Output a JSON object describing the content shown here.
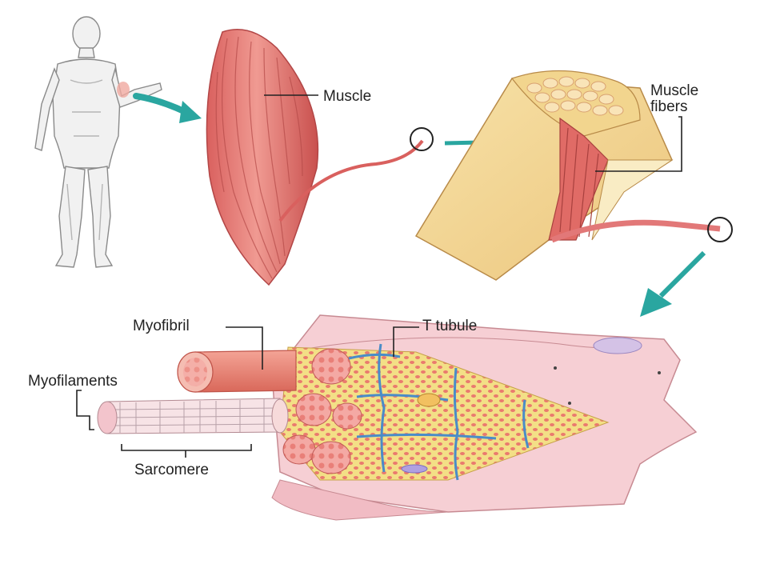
{
  "labels": {
    "muscle": "Muscle",
    "muscle_fibers_line1": "Muscle",
    "muscle_fibers_line2": "fibers",
    "myofibril": "Myofibril",
    "t_tubule": "T tubule",
    "myofilaments": "Myofilaments",
    "sarcomere": "Sarcomere"
  },
  "colors": {
    "arrow": "#2aa6a0",
    "muscle": "#e27878",
    "muscle_dark": "#c24a4a",
    "fascicle_outer": "#f4dca0",
    "fascicle_inner": "#f9ecc4",
    "cell_pink": "#f6cfd4",
    "myofibril": "#ec8a7c",
    "sr_yellow": "#f2e08a",
    "t_tubule": "#4a8cc8",
    "leader": "#222222"
  }
}
